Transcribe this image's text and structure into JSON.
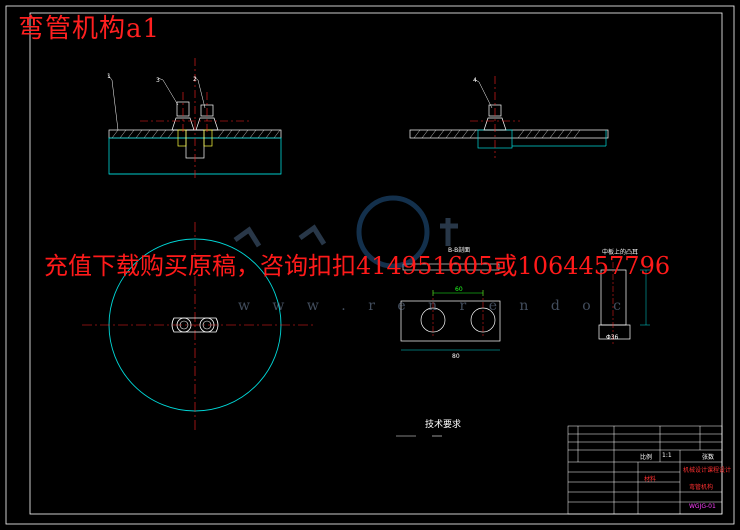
{
  "drawing": {
    "title": "弯管机构a1",
    "overlay_notice": "充值下载购买原稿，咨询扣扣414951605或1064457796",
    "watermark_text": "w w w . r e n r e n d o c"
  },
  "views": {
    "part_labels": [
      "1",
      "3",
      "2",
      "4"
    ],
    "detail_label_1": "B-B剖面",
    "detail_label_2": "中板上的凸耳",
    "dim_phi36": "Φ36",
    "dim_80": "80",
    "dim_60": "60"
  },
  "tech_requirements": {
    "title": "技术要求"
  },
  "title_block": {
    "school": "机械设计课程设计",
    "part_name": "弯管机构",
    "drawing_no": "WGJG-01",
    "scale_label": "比例",
    "scale_value": "1:1",
    "sheet_label": "张数",
    "material_label": "材料"
  },
  "colors": {
    "background": "#000000",
    "cyan": "#00d8d8",
    "red": "#ff2020",
    "white": "#ffffff",
    "green": "#20ff20",
    "magenta": "#ff40ff"
  }
}
